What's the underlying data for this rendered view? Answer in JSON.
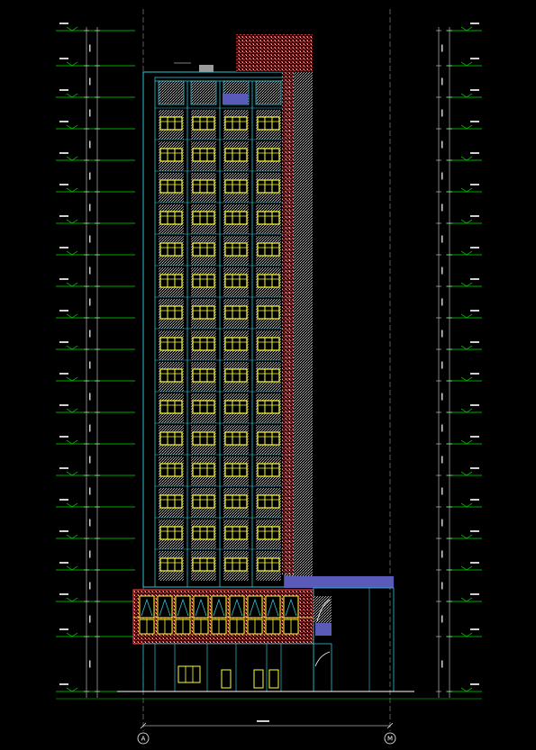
{
  "drawing": {
    "axis_left_label": "A",
    "axis_right_label": "M",
    "typical_floor_rows": 15,
    "window_bays": 4,
    "podium_bays": 9,
    "colors": {
      "background": "#000000",
      "building_outline": "#2ec4d6",
      "window_frame": "#ffff33",
      "hatch": "#c8c8c8",
      "facade_tile": "#d44a4a",
      "canopy": "#5a5ab8",
      "grid_line": "#00e000",
      "dim_line": "#ffffff",
      "axis_line": "#9a9a9a"
    }
  }
}
